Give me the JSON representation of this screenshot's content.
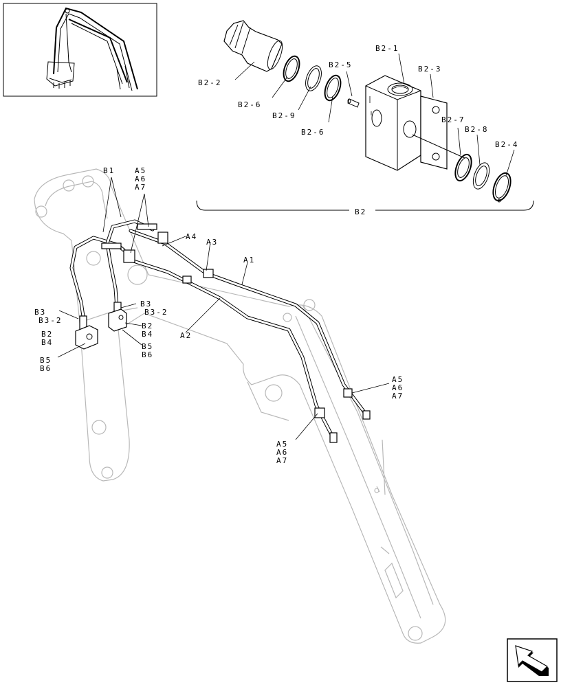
{
  "callouts": {
    "b2_1": "B2-1",
    "b2_2": "B2-2",
    "b2_3": "B2-3",
    "b2_4": "B2-4",
    "b2_5": "B2-5",
    "b2_6_top": "B2-6",
    "b2_6_bottom": "B2-6",
    "b2_7": "B2-7",
    "b2_8": "B2-8",
    "b2_9": "B2-9",
    "b2_group": "B2",
    "b1": "B1",
    "a1": "A1",
    "a2": "A2",
    "a3": "A3",
    "a4": "A4",
    "a5_top": "A5",
    "a6_top": "A6",
    "a7_top": "A7",
    "a5_right": "A5",
    "a6_right": "A6",
    "a7_right": "A7",
    "a5_bottom": "A5",
    "a6_bottom": "A6",
    "a7_bottom": "A7",
    "b3_left": "B3",
    "b3_2_left": "B3-2",
    "b2_left": "B2",
    "b4_left": "B4",
    "b5_left": "B5",
    "b6_left": "B6",
    "b3_mid": "B3",
    "b3_2_mid": "B3-2",
    "b2_mid": "B2",
    "b4_mid": "B4",
    "b5_mid": "B5",
    "b6_mid": "B6"
  },
  "icons": {
    "thumbnail": "excavator-boom-thumbnail-icon",
    "navigation": "next-page-arrow-icon"
  }
}
